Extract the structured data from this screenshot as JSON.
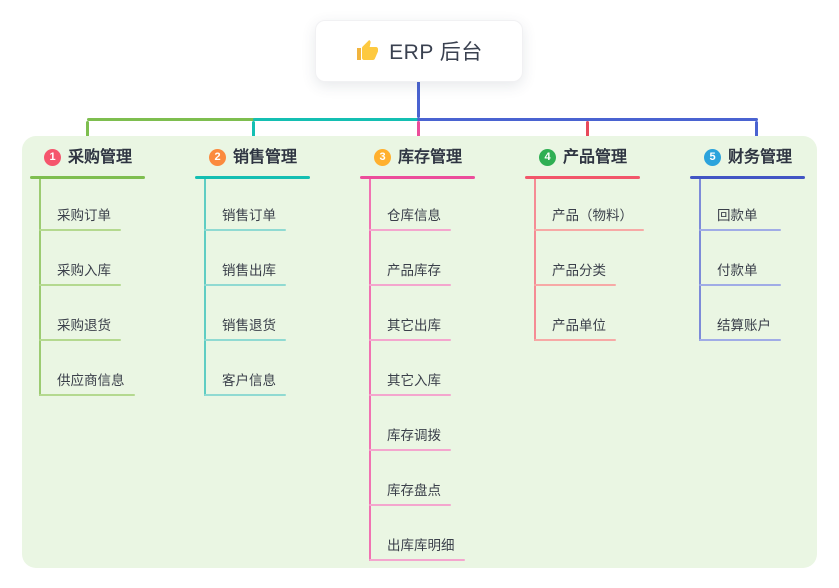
{
  "root": {
    "icon": "thumbs-up-icon",
    "title": "ERP 后台"
  },
  "connectors": {
    "trunk_color": "#4a63d1",
    "segment_colors": [
      "#7ebe4f",
      "#14bfb2",
      "#4a63d1"
    ]
  },
  "panel": {
    "background": "#eaf6e3"
  },
  "branches": [
    {
      "number": "1",
      "title": "采购管理",
      "badge_color": "#f5566d",
      "accent": "#7ebe4f",
      "drop": "#7ebe4f",
      "line": "#9ccb72",
      "child_line": "#b4d98f",
      "children": [
        "采购订单",
        "采购入库",
        "采购退货",
        "供应商信息"
      ]
    },
    {
      "number": "2",
      "title": "销售管理",
      "badge_color": "#fb8a3e",
      "accent": "#14bfb2",
      "drop": "#14bfb2",
      "line": "#5fcdc3",
      "child_line": "#90dad2",
      "children": [
        "销售订单",
        "销售出库",
        "销售退货",
        "客户信息"
      ]
    },
    {
      "number": "3",
      "title": "库存管理",
      "badge_color": "#ffb02e",
      "accent": "#ec4d9b",
      "drop": "#ec4d9b",
      "line": "#f172b2",
      "child_line": "#f4a6ce",
      "children": [
        "仓库信息",
        "产品库存",
        "其它出库",
        "其它入库",
        "库存调拨",
        "库存盘点",
        "出库库明细"
      ]
    },
    {
      "number": "4",
      "title": "产品管理",
      "badge_color": "#2faf53",
      "accent": "#f2566a",
      "drop": "#e8495a",
      "line": "#f58b94",
      "child_line": "#f7a9a6",
      "children": [
        "产品（物料）",
        "产品分类",
        "产品单位"
      ]
    },
    {
      "number": "5",
      "title": "财务管理",
      "badge_color": "#2ba3dc",
      "accent": "#4255c4",
      "drop": "#4a63d1",
      "line": "#7d8bd9",
      "child_line": "#a0ace6",
      "children": [
        "回款单",
        "付款单",
        "结算账户"
      ]
    }
  ]
}
